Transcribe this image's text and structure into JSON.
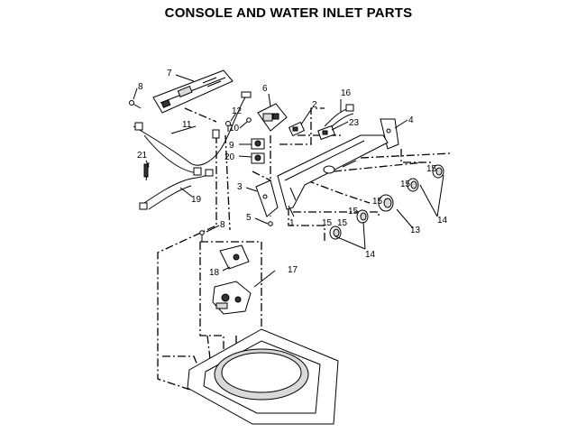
{
  "title": "CONSOLE AND WATER INLET PARTS",
  "callouts": {
    "c1": "1",
    "c3": "3",
    "c4": "4",
    "c5": "5",
    "c2": "2",
    "c6": "6",
    "c7": "7",
    "c8a": "8",
    "c8b": "8",
    "c9": "9",
    "c10": "10",
    "c11": "11",
    "c12": "12",
    "c13": "13",
    "c14a": "14",
    "c14b": "14",
    "c15a": "15",
    "c15b": "15",
    "c15c": "15",
    "c15d": "15",
    "c15e": "15",
    "c15f": "15",
    "c16": "16",
    "c17": "17",
    "c18": "18",
    "c19": "19",
    "c20": "20",
    "c21": "21",
    "c23": "23"
  }
}
